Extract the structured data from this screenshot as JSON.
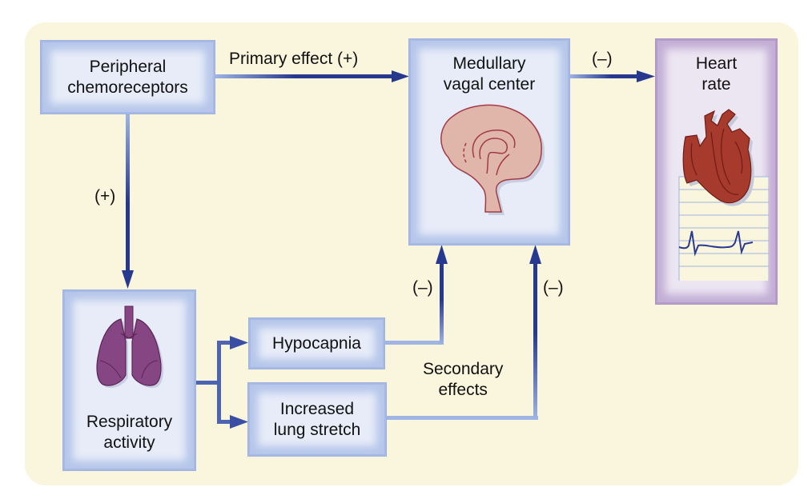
{
  "diagram": {
    "nodes": {
      "peripheral": {
        "label": "Peripheral\nchemoreceptors"
      },
      "medullary": {
        "label": "Medullary\nvagal center",
        "icon": "brain-icon"
      },
      "heart": {
        "label": "Heart\nrate",
        "icon": "heart-icon",
        "chart_icon": "ecg-trace-icon"
      },
      "respiratory": {
        "label": "Respiratory\nactivity",
        "icon": "lungs-icon"
      },
      "hypocapnia": {
        "label": "Hypocapnia"
      },
      "lung_stretch": {
        "label": "Increased\nlung stretch"
      }
    },
    "edges": [
      {
        "from": "peripheral",
        "to": "medullary",
        "label": "Primary effect (+)"
      },
      {
        "from": "medullary",
        "to": "heart",
        "label": "(–)"
      },
      {
        "from": "peripheral",
        "to": "respiratory",
        "label": "(+)"
      },
      {
        "from": "respiratory",
        "to": "hypocapnia",
        "label": ""
      },
      {
        "from": "respiratory",
        "to": "lung_stretch",
        "label": ""
      },
      {
        "from": "hypocapnia",
        "to": "medullary",
        "label": "(–)"
      },
      {
        "from": "lung_stretch",
        "to": "medullary",
        "label": "(–)"
      }
    ],
    "annotations": {
      "secondary": "Secondary\neffects"
    },
    "colors": {
      "background_panel": "#faf5dd",
      "blue_box": "#e7ecf8",
      "purple_box": "#ece5f2",
      "arrow_dark": "#27398f",
      "arrow_light": "#9fb5e3",
      "heart": "#a63a2c",
      "brain": "#e0b6aa",
      "lungs": "#864683"
    }
  }
}
